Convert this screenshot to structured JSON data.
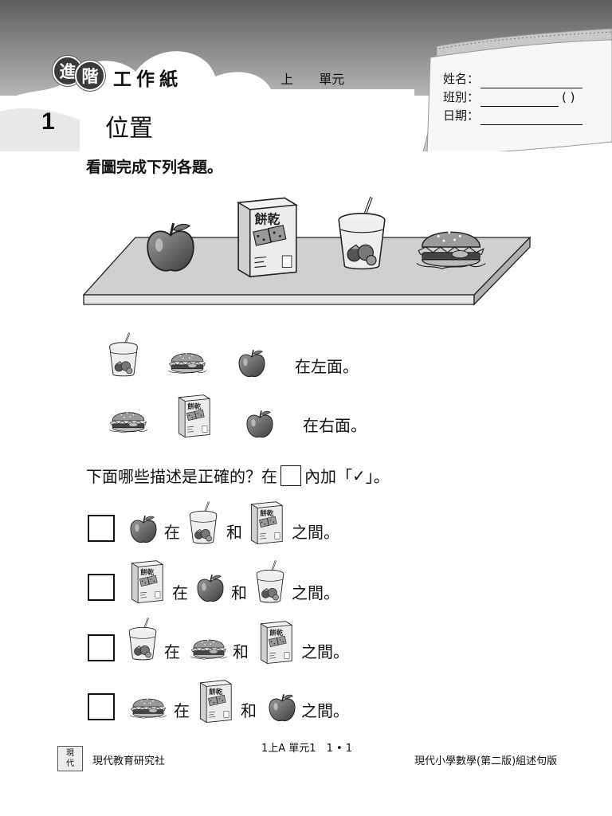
{
  "header": {
    "badge_chars": [
      "進",
      "階"
    ],
    "worksheet_title": "工作紙",
    "unit_label": [
      "上",
      "單元"
    ],
    "name_label": "姓名：",
    "class_label": "班別：",
    "class_paren": "(    )",
    "date_label": "日期："
  },
  "lesson": {
    "number": "1",
    "title": "位置"
  },
  "instruction": "看圖完成下列各題。",
  "shelf_items": [
    "apple-icon",
    "biscuit-box-icon",
    "drink-cup-icon",
    "burger-icon"
  ],
  "biscuit_label": "餅乾",
  "fill_rows": [
    {
      "icons": [
        "drink-cup-icon",
        "burger-icon",
        "apple-icon"
      ],
      "text": "在左面。"
    },
    {
      "icons": [
        "burger-icon",
        "biscuit-box-icon",
        "apple-icon"
      ],
      "text": "在右面。"
    }
  ],
  "question": {
    "before": "下面哪些描述是正確的？在",
    "after_box": "內加「",
    "check": "✓",
    "end": "」。"
  },
  "statements": [
    {
      "subject": "apple-icon",
      "in": "在",
      "a": "drink-cup-icon",
      "and": "和",
      "b": "biscuit-box-icon",
      "between": "之間。"
    },
    {
      "subject": "biscuit-box-icon",
      "in": "在",
      "a": "apple-icon",
      "and": "和",
      "b": "drink-cup-icon",
      "between": "之間。"
    },
    {
      "subject": "drink-cup-icon",
      "in": "在",
      "a": "burger-icon",
      "and": "和",
      "b": "biscuit-box-icon",
      "between": "之間。"
    },
    {
      "subject": "burger-icon",
      "in": "在",
      "a": "biscuit-box-icon",
      "and": "和",
      "b": "apple-icon",
      "between": "之間。"
    }
  ],
  "footer": {
    "logo_chars": [
      "現",
      "代"
    ],
    "publisher": "現代教育研究社",
    "page": "1上A 單元1　1 • 1",
    "series": "現代小學數學(第二版)組述句版"
  }
}
